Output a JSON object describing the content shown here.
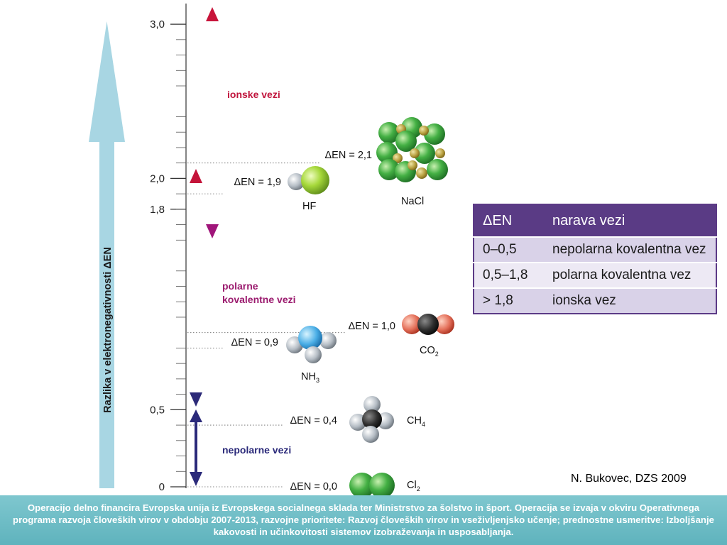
{
  "axis": {
    "label": "Razlika v elektronegativnosti ΔEN",
    "ticks": [
      {
        "value": 3.0,
        "label": "3,0"
      },
      {
        "value": 2.0,
        "label": "2,0"
      },
      {
        "value": 1.8,
        "label": "1,8"
      },
      {
        "value": 0.5,
        "label": "0,5"
      },
      {
        "value": 0.0,
        "label": "0"
      }
    ]
  },
  "zones": {
    "ionic": "ionske vezi",
    "polar_line1": "polarne",
    "polar_line2": "kovalentne vezi",
    "nonpolar": "nepolarne vezi"
  },
  "molecules": [
    {
      "key": "nacl",
      "delta_label": "ΔEN = 2,1",
      "en": 2.1,
      "formula": "NaCl"
    },
    {
      "key": "hf",
      "delta_label": "ΔEN = 1,9",
      "en": 1.9,
      "formula": "HF"
    },
    {
      "key": "co2",
      "delta_label": "ΔEN = 1,0",
      "en": 1.0,
      "formula": "CO",
      "sub": "2"
    },
    {
      "key": "nh3",
      "delta_label": "ΔEN = 0,9",
      "en": 0.9,
      "formula": "NH",
      "sub": "3"
    },
    {
      "key": "ch4",
      "delta_label": "ΔEN = 0,4",
      "en": 0.4,
      "formula": "CH",
      "sub": "4"
    },
    {
      "key": "cl2",
      "delta_label": "ΔEN = 0,0",
      "en": 0.0,
      "formula": "Cl",
      "sub": "2"
    }
  ],
  "table": {
    "headers": [
      "ΔEN",
      "narava vezi"
    ],
    "rows": [
      [
        "0–0,5",
        "nepolarna kovalentna vez"
      ],
      [
        "0,5–1,8",
        "polarna kovalentna vez"
      ],
      [
        "> 1,8",
        "ionska vez"
      ]
    ]
  },
  "credit": "N. Bukovec, DZS 2009",
  "footer": "Operacijo delno financira Evropska unija iz Evropskega socialnega sklada ter Ministrstvo za šolstvo in šport. Operacija se izvaja v okviru Operativnega programa razvoja človeških virov v obdobju 2007-2013, razvojne prioritete: Razvoj človeških virov in vseživljenjsko učenje; prednostne usmeritve: Izboljšanje kakovosti in učinkovitosti sistemov izobraževanja in usposabljanja.",
  "colors": {
    "big_arrow": "#a8d6e3",
    "ionic": "#c0143c",
    "polar": "#9b1a6e",
    "nonpolar": "#2b2a7a",
    "table_header": "#5a3b85",
    "footer": "#6cbcc6"
  }
}
